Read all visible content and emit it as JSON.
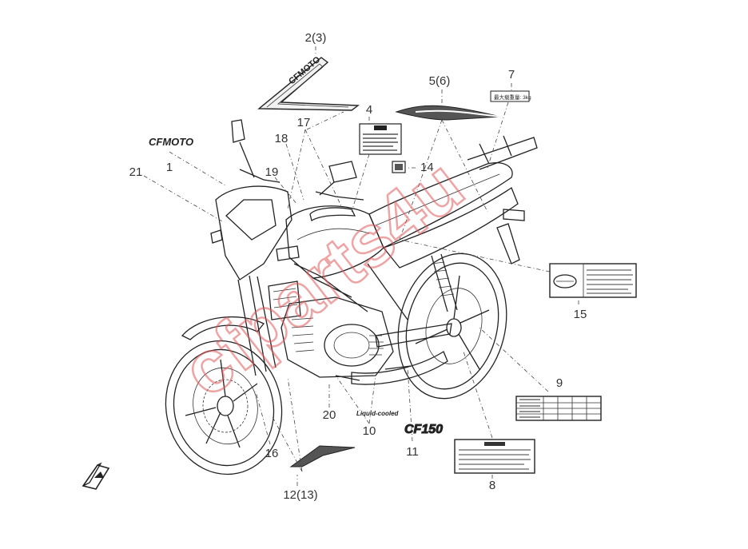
{
  "diagram": {
    "callouts": {
      "c1": "1",
      "c2": "2(3)",
      "c4": "4",
      "c5": "5(6)",
      "c7": "7",
      "c8": "8",
      "c9": "9",
      "c10": "10",
      "c11": "11",
      "c12": "12(13)",
      "c14": "14",
      "c15": "15",
      "c16": "16",
      "c17": "17",
      "c18": "18",
      "c19": "19",
      "c20": "20",
      "c21": "21"
    },
    "decals": {
      "brand_logo": "CFMOTO",
      "tank_logo": "CFMOTO",
      "model_badge": "CF150",
      "liquid_cooled": "Liquid-cooled",
      "max_load": "最大载重量: 3kg"
    },
    "watermark": "cfparts4u",
    "colors": {
      "line": "#222222",
      "watermark": "#e05a5a",
      "background": "#ffffff"
    }
  }
}
